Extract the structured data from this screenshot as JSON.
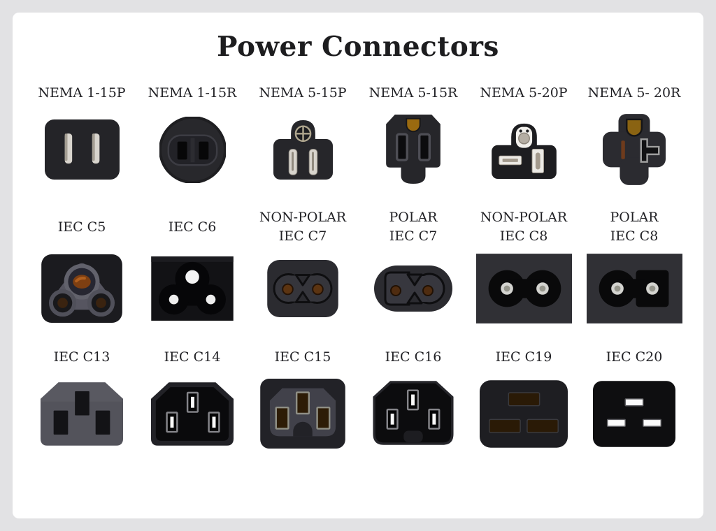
{
  "title": "Power Connectors",
  "palette": {
    "frame_gray": "#e2e2e4",
    "card_white": "#ffffff",
    "text_dark": "#1d1d1f",
    "body_charcoal": "#26262a",
    "body_black": "#0d0d0f",
    "body_gray": "#525259",
    "blade_cream": "#d8d4cd",
    "blade_white": "#fafafa",
    "hole_brown": "#3a2310",
    "hole_orange": "#8a4516",
    "ground_gold": "#8a6312",
    "pin_gray": "#b5aea4"
  },
  "rows": [
    {
      "items": [
        {
          "label": "NEMA 1-15P",
          "icon": "nema-1-15p-icon"
        },
        {
          "label": "NEMA 1-15R",
          "icon": "nema-1-15r-icon"
        },
        {
          "label": "NEMA 5-15P",
          "icon": "nema-5-15p-icon"
        },
        {
          "label": "NEMA 5-15R",
          "icon": "nema-5-15r-icon"
        },
        {
          "label": "NEMA 5-20P",
          "icon": "nema-5-20p-icon"
        },
        {
          "label": "NEMA 5- 20R",
          "icon": "nema-5-20r-icon"
        }
      ]
    },
    {
      "items": [
        {
          "label": "IEC C5",
          "icon": "iec-c5-icon"
        },
        {
          "label": "IEC C6",
          "icon": "iec-c6-icon"
        },
        {
          "label": "NON-POLAR\nIEC C7",
          "icon": "non-polar-iec-c7-icon"
        },
        {
          "label": "POLAR\nIEC C7",
          "icon": "polar-iec-c7-icon"
        },
        {
          "label": "NON-POLAR\nIEC C8",
          "icon": "non-polar-iec-c8-icon"
        },
        {
          "label": "POLAR\nIEC C8",
          "icon": "polar-iec-c8-icon"
        }
      ]
    },
    {
      "items": [
        {
          "label": "IEC C13",
          "icon": "iec-c13-icon"
        },
        {
          "label": "IEC C14",
          "icon": "iec-c14-icon"
        },
        {
          "label": "IEC C15",
          "icon": "iec-c15-icon"
        },
        {
          "label": "IEC C16",
          "icon": "iec-c16-icon"
        },
        {
          "label": "IEC C19",
          "icon": "iec-c19-icon"
        },
        {
          "label": "IEC C20",
          "icon": "iec-c20-icon"
        }
      ]
    }
  ]
}
